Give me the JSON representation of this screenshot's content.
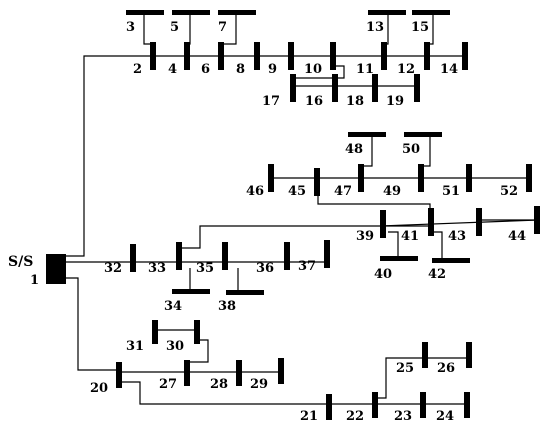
{
  "source_label": "S/S",
  "bus_labels": {
    "b1": "1",
    "b2": "2",
    "b3": "3",
    "b4": "4",
    "b5": "5",
    "b6": "6",
    "b7": "7",
    "b8": "8",
    "b9": "9",
    "b10": "10",
    "b11": "11",
    "b12": "12",
    "b13": "13",
    "b14": "14",
    "b15": "15",
    "b16": "16",
    "b17": "17",
    "b18": "18",
    "b19": "19",
    "b20": "20",
    "b21": "21",
    "b22": "22",
    "b23": "23",
    "b24": "24",
    "b25": "25",
    "b26": "26",
    "b27": "27",
    "b28": "28",
    "b29": "29",
    "b30": "30",
    "b31": "31",
    "b32": "32",
    "b33": "33",
    "b34": "34",
    "b35": "35",
    "b36": "36",
    "b37": "37",
    "b38": "38",
    "b39": "39",
    "b40": "40",
    "b41": "41",
    "b42": "42",
    "b43": "43",
    "b44": "44",
    "b45": "45",
    "b46": "46",
    "b47": "47",
    "b48": "48",
    "b49": "49",
    "b50": "50",
    "b51": "51",
    "b52": "52"
  },
  "colors": {
    "line": "#000000",
    "background": "#ffffff"
  }
}
